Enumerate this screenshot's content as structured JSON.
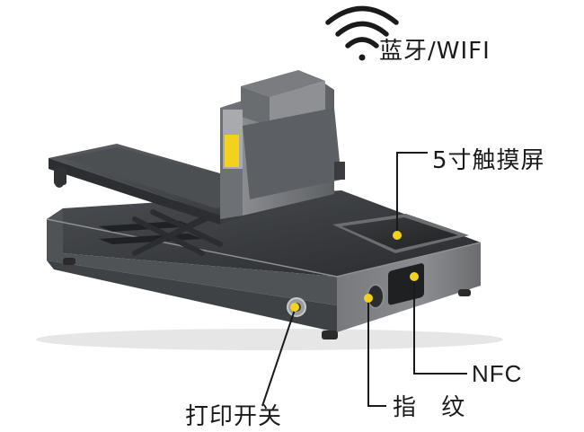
{
  "labels": {
    "wifi": "蓝牙/WIFI",
    "screen": "5寸触摸屏",
    "nfc": "NFC",
    "fingerprint": "指 纹",
    "power": "打印开关"
  },
  "icons": {
    "wifi": "wifi-icon"
  },
  "colors": {
    "callout_dot": "#f2d21c",
    "callout_line": "#1a1a1a",
    "device_body": "#5c5f63"
  }
}
